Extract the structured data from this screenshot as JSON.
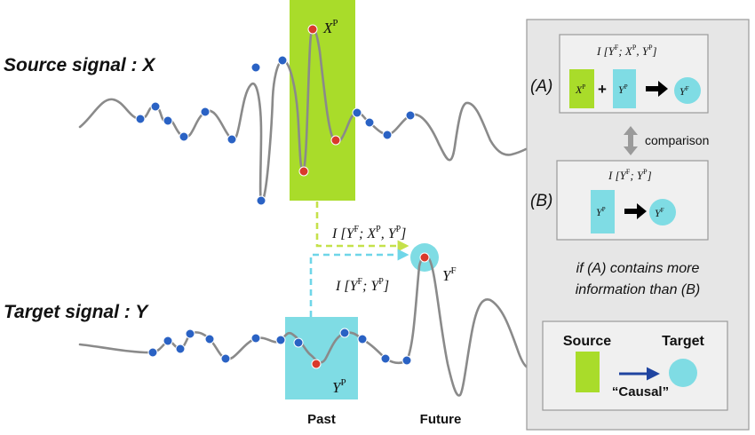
{
  "labels": {
    "source_signal": "Source signal : X",
    "target_signal": "Target signal : Y",
    "past": "Past",
    "future": "Future"
  },
  "symbols": {
    "xp_base": "X",
    "xp_sup": "P",
    "yp_base": "Y",
    "yp_sup": "P",
    "yf_base": "Y",
    "yf_sup": "F"
  },
  "formula_full": {
    "open": "I [",
    "y": "Y",
    "f": "F",
    "sep1": "; ",
    "x": "X",
    "p1": "P",
    "comma": ", ",
    "y2": "Y",
    "p2": "P",
    "close": "]"
  },
  "formula_target": {
    "open": "I [",
    "y": "Y",
    "f": "F",
    "sep1": "; ",
    "y2": "Y",
    "p2": "P",
    "close": "]"
  },
  "panel": {
    "case_a": "(A)",
    "case_b": "(B)",
    "plus": "+",
    "comparison": "comparison",
    "conclusion_line1": "if (A) contains more",
    "conclusion_line2": "information than (B)",
    "legend_source": "Source",
    "legend_target": "Target",
    "legend_causal": "“Causal”"
  },
  "colors": {
    "source_box": "#a9dc2a",
    "target_box": "#7fdce4",
    "panel_bg": "#e6e6e6",
    "signal_line": "#8a8a8a",
    "sample_point": "#2a62c4",
    "highlight_point": "#d93a2b",
    "arrow_green": "#c5e14a",
    "arrow_cyan": "#6fd6e8",
    "causal_arrow": "#1f44a0"
  },
  "icons": {
    "thick_arrow": "right-arrow-icon",
    "double_arrow": "up-down-arrow-icon"
  }
}
